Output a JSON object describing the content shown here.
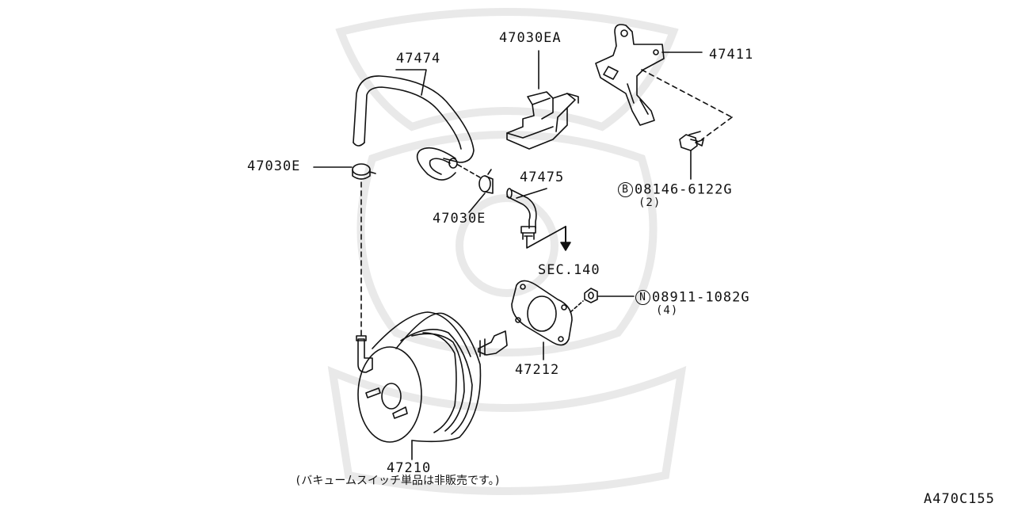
{
  "parts": {
    "p47474": "47474",
    "p47030EA": "47030EA",
    "p47411": "47411",
    "p47030E_a": "47030E",
    "p47030E_b": "47030E",
    "p47475": "47475",
    "bolt_prefix": "B",
    "bolt": "08146-6122G",
    "bolt_qty": "(2)",
    "sec": "SEC.140",
    "nut_prefix": "N",
    "nut": "08911-1082G",
    "nut_qty": "(4)",
    "p47212": "47212",
    "p47210": "47210",
    "note": "(バキュームスイッチ単品は非販売です。)",
    "code": "A470C155"
  },
  "colors": {
    "ink": "#111111",
    "watermark": "#e6e6e6"
  }
}
